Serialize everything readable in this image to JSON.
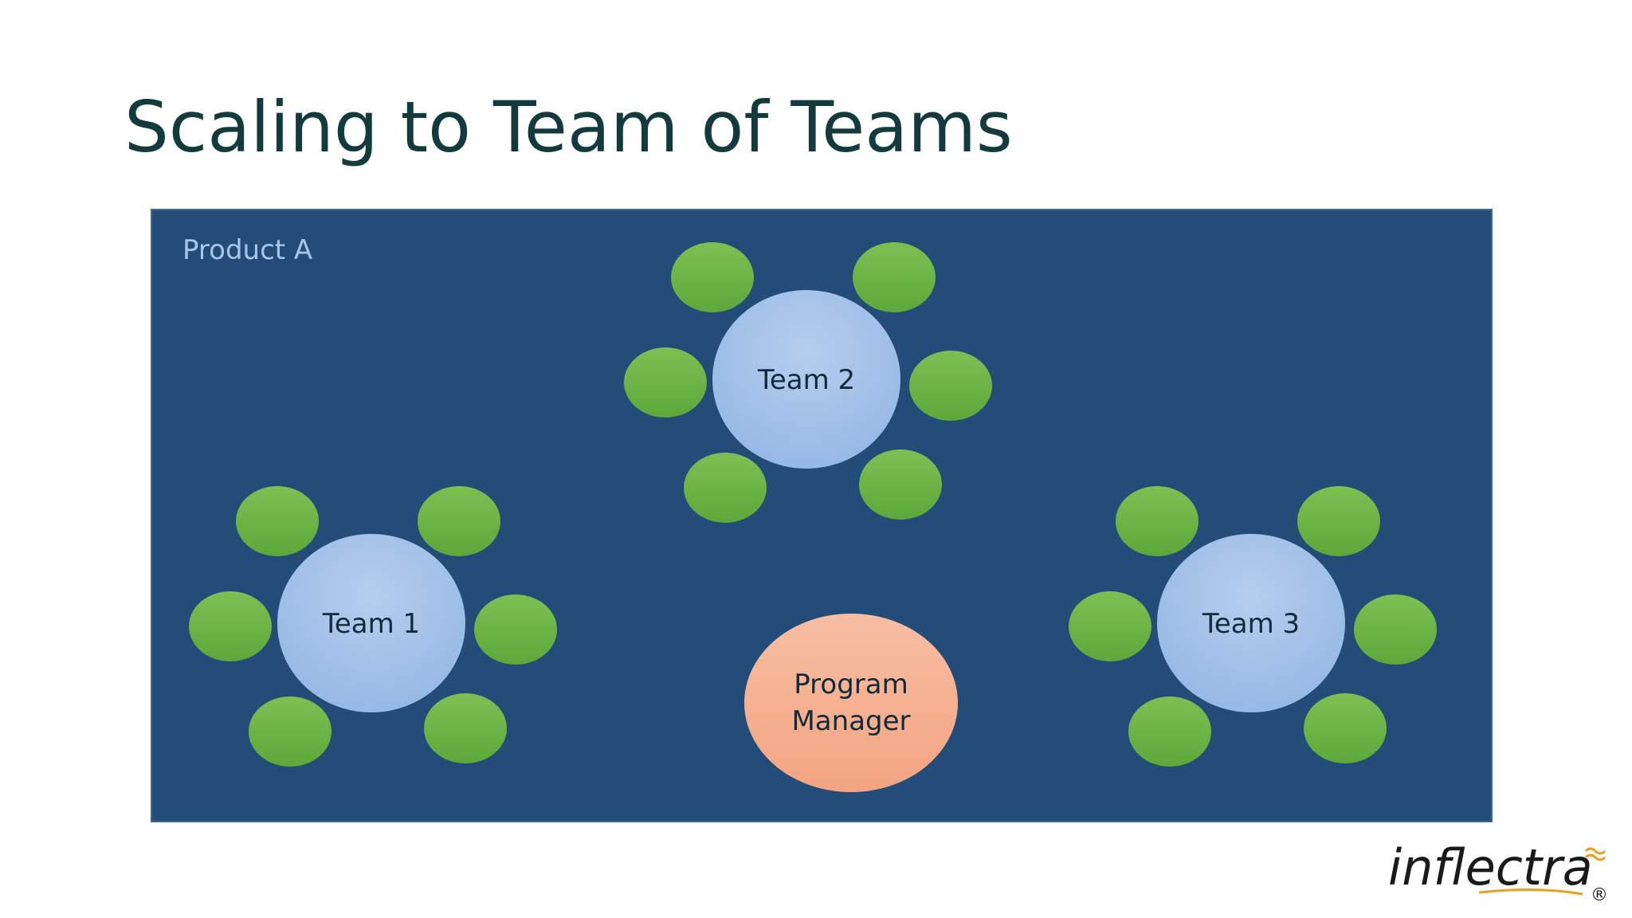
{
  "slide": {
    "title": "Scaling to Team of Teams",
    "product_label": "Product A"
  },
  "teams": [
    {
      "label": "Team 1",
      "members": 6
    },
    {
      "label": "Team 2",
      "members": 6
    },
    {
      "label": "Team 3",
      "members": 6
    }
  ],
  "program_manager": {
    "line1": "Program",
    "line2": "Manager"
  },
  "logo": {
    "wordmark": "inflectra",
    "registered_mark": "®"
  },
  "colors": {
    "panel_background": "#234c78",
    "team_circle": "#a3c0e8",
    "member_circle": "#6fb748",
    "program_manager_circle": "#f5ad8b",
    "title_text": "#133b3e",
    "product_label_text": "#a9c4ea",
    "logo_text": "#1a1a1a",
    "logo_accent": "#e8a020"
  }
}
